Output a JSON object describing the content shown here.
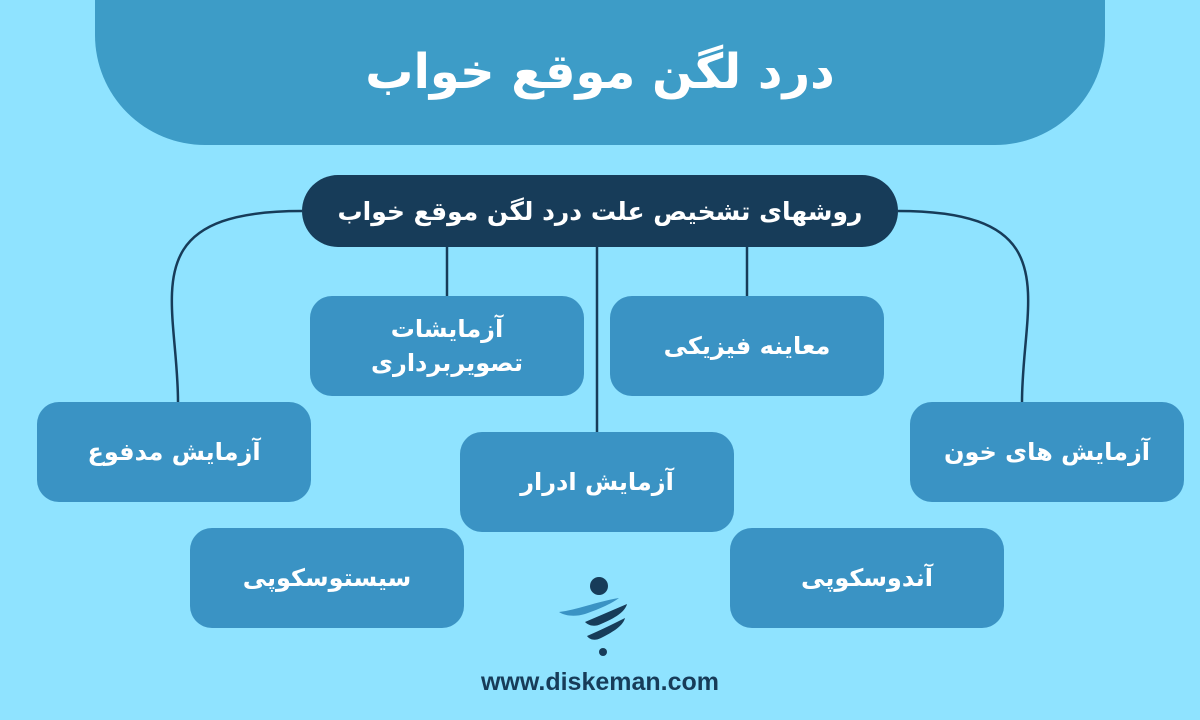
{
  "title": "درد لگن موقع خواب",
  "root": {
    "label": "روشهای تشخیص علت درد لگن موقع خواب"
  },
  "methods": {
    "physical_exam": "معاینه فیزیکی",
    "imaging": "آزمایشات\nتصویربرداری",
    "blood_tests": "آزمایش های خون",
    "stool_test": "آزمایش مدفوع",
    "urine_test": "آزمایش ادرار",
    "cystoscopy": "سیستوسکوپی",
    "endoscopy": "آندوسکوپی"
  },
  "footer": {
    "website": "www.diskeman.com",
    "logo_icon": "diskeman-logo-icon"
  },
  "colors": {
    "background": "#8fe3ff",
    "header": "#3d9cc7",
    "root_node": "#173c59",
    "method_node": "#3a93c4",
    "connector": "#173c59"
  }
}
